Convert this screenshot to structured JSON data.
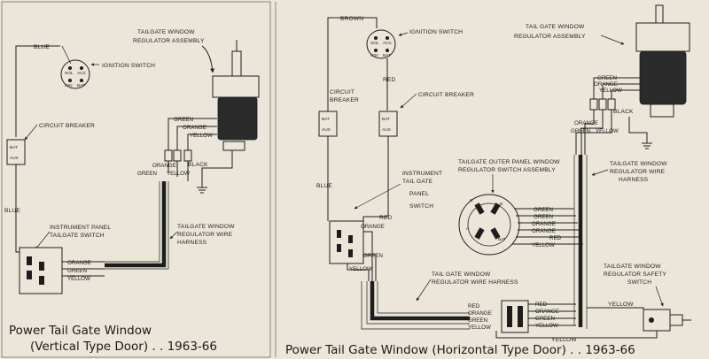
{
  "left": {
    "caption_line1": "Power Tail Gate Window",
    "caption_line2": "(Vertical Type Door) . . 1963-66",
    "labels": {
      "blue_top": "BLUE",
      "ignition_switch": "IGNITION SWITCH",
      "regulator_line1": "TAILGATE WINDOW",
      "regulator_line2": "REGULATOR ASSEMBLY",
      "circuit_breaker": "CIRCUIT BREAKER",
      "blue_side": "BLUE",
      "instrument_line1": "INSTRUMENT PANEL",
      "instrument_line2": "TAILGATE SWITCH",
      "harness_line1": "TAILGATE WINDOW",
      "harness_line2": "REGULATOR WIRE",
      "harness_line3": "HARNESS",
      "black": "BLACK"
    },
    "wires_top": [
      "GREEN",
      "ORANGE",
      "YELLOW"
    ],
    "wires_mid": [
      "ORANGE",
      "GREEN",
      "YELLOW"
    ],
    "wires_bottom": [
      "ORANGE",
      "GREEN",
      "YELLOW"
    ],
    "ignition_terminals": [
      "SOL",
      "ACC",
      "IGN",
      "BAT"
    ],
    "breaker_terminals": [
      "BAT",
      "AUX"
    ]
  },
  "right": {
    "caption": "Power Tail Gate Window (Horizontal Type Door) . . 1963-66",
    "labels": {
      "brown": "BROWN",
      "ignition_switch": "IGNITION SWITCH",
      "regulator_line1": "TAIL GATE WINDOW",
      "regulator_line2": "REGULATOR ASSEMBLY",
      "red_top": "RED",
      "circuit_breaker_left_line1": "CIRCUIT",
      "circuit_breaker_left_line2": "BREAKER",
      "circuit_breaker_right": "CIRCUIT BREAKER",
      "black": "BLACK",
      "instrument_line1": "INSTRUMENT",
      "instrument_line2": "TAIL GATE",
      "instrument_line3": "PANEL",
      "instrument_line4": "SWITCH",
      "blue": "BLUE",
      "outer_panel_line1": "TAILGATE OUTER PANEL WINDOW",
      "outer_panel_line2": "REGULATOR SWITCH ASSEMBLY",
      "harness_right_line1": "TAILGATE WINDOW",
      "harness_right_line2": "REGULATOR WIRE",
      "harness_right_line3": "HARNESS",
      "red_mid": "RED",
      "orange_sw": "ORANGE",
      "green_sw": "GREEN",
      "yellow_sw": "YELLOW",
      "harness_bottom_line1": "TAIL GATE WINDOW",
      "harness_bottom_line2": "REGULATOR WIRE HARNESS",
      "safety_line1": "TAILGATE WINDOW",
      "safety_line2": "REGULATOR SAFETY",
      "safety_line3": "SWITCH",
      "yellow_safety": "YELLOW",
      "yellow_bottom": "YELLOW"
    },
    "wires_motor": [
      "GREEN",
      "ORANGE",
      "YELLOW"
    ],
    "wires_motor_lower": [
      "ORANGE",
      "GREEN",
      "YELLOW"
    ],
    "wires_outer_switch": [
      "GREEN",
      "GREEN",
      "ORANGE",
      "ORANGE",
      "RED",
      "YELLOW"
    ],
    "wires_connector_left": [
      "RED",
      "ORANGE",
      "GREEN",
      "YELLOW"
    ],
    "wires_connector_right": [
      "RED",
      "ORANGE",
      "GREEN",
      "YELLOW"
    ],
    "ignition_terminals": [
      "SOL",
      "ACC",
      "IGN",
      "BAT"
    ],
    "breaker_terminals": [
      "BAT",
      "AUX"
    ],
    "outer_switch_terminals": [
      "C",
      "B",
      "A",
      "BAT"
    ]
  }
}
